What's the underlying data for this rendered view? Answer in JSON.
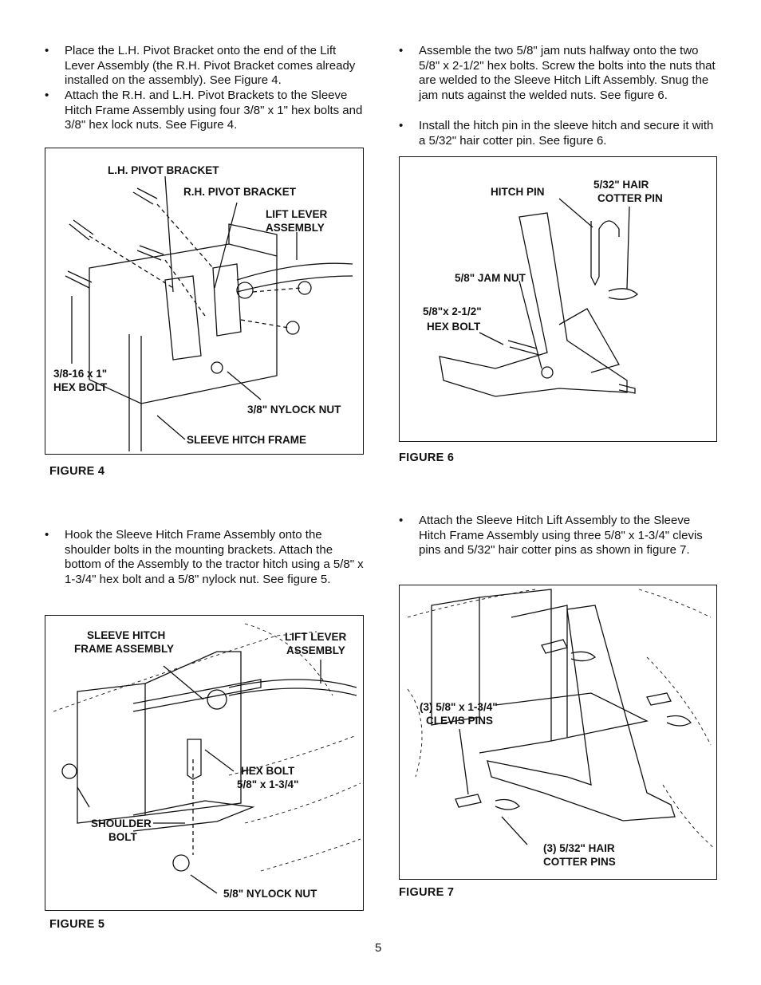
{
  "left_col": {
    "bullets_top": [
      "Place the L.H. Pivot Bracket onto the end of the Lift Lever Assembly (the R.H. Pivot Bracket comes already installed on the assembly). See Figure 4.",
      "Attach the R.H. and L.H. Pivot Brackets to the Sleeve Hitch Frame Assembly using four 3/8\" x 1\" hex bolts and 3/8\" hex lock nuts. See Figure 4."
    ],
    "bullets_bottom": [
      "Hook the Sleeve Hitch Frame Assembly onto the shoulder bolts in the mounting brackets. Attach the bottom of the Assembly to the tractor hitch using a 5/8\" x 1-3/4\" hex bolt and a 5/8\" nylock nut. See figure 5."
    ]
  },
  "right_col": {
    "bullets_top": [
      "Assemble the two 5/8\" jam nuts halfway onto the two 5/8\" x 2-1/2\" hex bolts. Screw the bolts into the nuts that are welded to the Sleeve Hitch Lift Assembly. Snug the jam nuts against the welded nuts. See figure 6.",
      "Install the hitch pin in the sleeve hitch and secure it with a 5/32\" hair cotter pin. See figure 6."
    ],
    "bullets_bottom": [
      "Attach the Sleeve Hitch Lift Assembly to the Sleeve Hitch Frame Assembly using three 5/8\" x 1-3/4\" clevis pins and 5/32\" hair cotter pins as shown in figure 7."
    ]
  },
  "fig4": {
    "caption": "FIGURE 4",
    "lh_bracket": "L.H. PIVOT BRACKET",
    "rh_bracket": "R.H. PIVOT BRACKET",
    "lift_lever_1": "LIFT LEVER",
    "lift_lever_2": "ASSEMBLY",
    "hex_bolt_1": "3/8-16 x 1\"",
    "hex_bolt_2": "HEX BOLT",
    "nylock": "3/8\" NYLOCK NUT",
    "frame": "SLEEVE HITCH FRAME"
  },
  "fig5": {
    "caption": "FIGURE 5",
    "frame_1": "SLEEVE HITCH",
    "frame_2": "FRAME ASSEMBLY",
    "lift_1": "LIFT LEVER",
    "lift_2": "ASSEMBLY",
    "hex_1": "HEX BOLT",
    "hex_2": "5/8\" x 1-3/4\"",
    "shoulder_1": "SHOULDER",
    "shoulder_2": "BOLT",
    "nylock": "5/8\" NYLOCK NUT"
  },
  "fig6": {
    "caption": "FIGURE 6",
    "hitch_pin": "HITCH PIN",
    "cotter_1": "5/32\" HAIR",
    "cotter_2": "COTTER PIN",
    "jam_nut": "5/8\" JAM NUT",
    "hex_1": "5/8\"x 2-1/2\"",
    "hex_2": "HEX BOLT"
  },
  "fig7": {
    "caption": "FIGURE 7",
    "clevis_1": "(3) 5/8\" x 1-3/4\"",
    "clevis_2": "CLEVIS PINS",
    "cotter_1": "(3) 5/32\" HAIR",
    "cotter_2": "COTTER PINS"
  },
  "page_number": "5"
}
